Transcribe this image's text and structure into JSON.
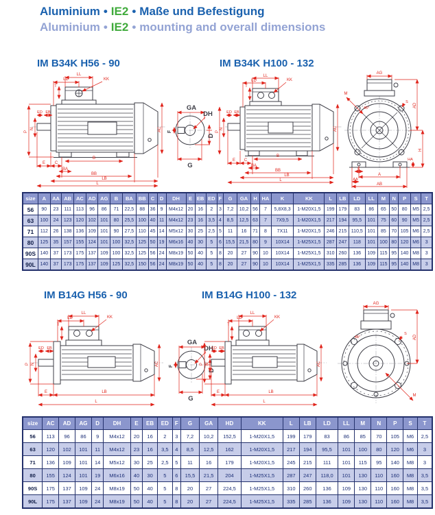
{
  "header": {
    "line1": {
      "brand": "Aluminium",
      "sep": "•",
      "efficiency": "IE2",
      "text": "Maße und Befestigung"
    },
    "line2": {
      "brand": "Aluminium",
      "sep": "•",
      "efficiency": "IE2",
      "text": "mounting and overall dimensions"
    }
  },
  "colors": {
    "accent_blue": "#1a61ae",
    "subtitle_blue": "#93a3d4",
    "ie_green": "#3faa3b",
    "dim_red": "#e0231a",
    "header_bg": "#8b96cd",
    "alt_row": "#c7cde9",
    "border_navy": "#23306b",
    "cell_text": "#1c2f77"
  },
  "drawings": {
    "b34k_5690": {
      "title": "IM B34K H56 -  90",
      "labels": {
        "LL": "LL",
        "LD": "LD",
        "KK": "KK",
        "T": "T",
        "P": "P",
        "N": "N",
        "ED": "ED",
        "EB": "EB",
        "E": "E",
        "C": "C",
        "B": "B",
        "BA": "BA",
        "BB": "BB",
        "LB": "LB",
        "L": "L",
        "AC": "AC",
        "GA": "GA",
        "DH": "DH",
        "D": "D",
        "G": "G",
        "F": "F"
      }
    },
    "b34k_100132": {
      "title": "IM B34K H100 -  132",
      "labels": {
        "LL": "LL",
        "LD": "LD",
        "KK": "KK",
        "T": "T",
        "P": "P",
        "N": "N",
        "ED": "ED",
        "EB": "EB",
        "E": "E",
        "C": "C",
        "B": "B",
        "BA": "BA",
        "BB": "BB",
        "LB": "LB",
        "L": "L",
        "AC": "AC",
        "AG": "AG",
        "M": "M",
        "deg45": "45°",
        "S": "S",
        "AD": "AD",
        "H": "H",
        "HA": "HA",
        "K": "K",
        "A": "A",
        "AA": "AA",
        "AB": "AB"
      }
    },
    "b14g_5690": {
      "title": "IM B14G H56 - 90",
      "labels": {
        "LL": "LL",
        "LD": "LD",
        "KK": "KK",
        "T": "T",
        "P": "P",
        "N": "N",
        "ED": "ED",
        "EB": "EB",
        "E": "E",
        "LB": "LB",
        "L": "L",
        "AC": "AC",
        "GA": "GA",
        "DH": "DH",
        "D": "D",
        "G": "G",
        "F": "F"
      }
    },
    "b14g_100132": {
      "title": "IM B14G H100 - 132",
      "labels": {
        "LL": "LL",
        "LD": "LD",
        "KK": "KK",
        "T": "T",
        "P": "P",
        "N": "N",
        "ED": "ED",
        "EB": "EB",
        "E": "E",
        "LB": "LB",
        "L": "L",
        "AC": "AC",
        "AG": "AG",
        "deg45": "45°",
        "S": "S",
        "AD": "AD",
        "M": "M"
      }
    }
  },
  "tables": [
    {
      "name": "IM B34K dimensions",
      "columns": [
        "size",
        "A",
        "AA",
        "AB",
        "AC",
        "AD",
        "AG",
        "B",
        "BA",
        "BB",
        "C",
        "D",
        "DH",
        "E",
        "EB",
        "ED",
        "F",
        "G",
        "GA",
        "H",
        "HA",
        "K",
        "KK",
        "L",
        "LB",
        "LD",
        "LL",
        "M",
        "N",
        "P",
        "S",
        "T"
      ],
      "rows": [
        [
          "56",
          "90",
          "23",
          "111",
          "113",
          "96",
          "86",
          "71",
          "22,5",
          "88",
          "36",
          "9",
          "M4x12",
          "20",
          "16",
          "2",
          "3",
          "7,2",
          "10,2",
          "56",
          "7",
          "5,8X8,3",
          "1-M20X1,5",
          "199",
          "179",
          "83",
          "86",
          "65",
          "50",
          "80",
          "M5",
          "2,5"
        ],
        [
          "63",
          "100",
          "24",
          "123",
          "120",
          "102",
          "101",
          "80",
          "25,5",
          "100",
          "40",
          "11",
          "M4x12",
          "23",
          "16",
          "3,5",
          "4",
          "8,5",
          "12,5",
          "63",
          "7",
          "7X9,5",
          "1-M20X1,5",
          "217",
          "194",
          "95,5",
          "101",
          "75",
          "60",
          "90",
          "M5",
          "2,5"
        ],
        [
          "71",
          "112",
          "26",
          "138",
          "136",
          "109",
          "101",
          "90",
          "27,5",
          "110",
          "45",
          "14",
          "M5x12",
          "30",
          "25",
          "2,5",
          "5",
          "11",
          "16",
          "71",
          "8",
          "7X11",
          "1-M20X1,5",
          "246",
          "215",
          "110,5",
          "101",
          "85",
          "70",
          "105",
          "M6",
          "2,5"
        ],
        [
          "80",
          "125",
          "35",
          "157",
          "155",
          "124",
          "101",
          "100",
          "32,5",
          "125",
          "50",
          "19",
          "M6x16",
          "40",
          "30",
          "5",
          "6",
          "15,5",
          "21,5",
          "80",
          "9",
          "10X14",
          "1-M25X1,5",
          "287",
          "247",
          "118",
          "101",
          "100",
          "80",
          "120",
          "M6",
          "3"
        ],
        [
          "90S",
          "140",
          "37",
          "173",
          "175",
          "137",
          "109",
          "100",
          "32,5",
          "125",
          "56",
          "24",
          "M8x19",
          "50",
          "40",
          "5",
          "8",
          "20",
          "27",
          "90",
          "10",
          "10X14",
          "1-M25X1,5",
          "310",
          "260",
          "136",
          "109",
          "115",
          "95",
          "140",
          "M8",
          "3"
        ],
        [
          "90L",
          "140",
          "37",
          "173",
          "175",
          "137",
          "109",
          "125",
          "32,5",
          "150",
          "56",
          "24",
          "M8x19",
          "50",
          "40",
          "5",
          "8",
          "20",
          "27",
          "90",
          "10",
          "10X14",
          "1-M25X1,5",
          "335",
          "285",
          "136",
          "109",
          "115",
          "95",
          "140",
          "M8",
          "3"
        ]
      ]
    },
    {
      "name": "IM B14G dimensions",
      "columns": [
        "size",
        "AC",
        "AD",
        "AG",
        "D",
        "DH",
        "E",
        "EB",
        "ED",
        "F",
        "G",
        "GA",
        "HD",
        "KK",
        "L",
        "LB",
        "LD",
        "LL",
        "M",
        "N",
        "P",
        "S",
        "T"
      ],
      "rows": [
        [
          "56",
          "113",
          "96",
          "86",
          "9",
          "M4x12",
          "20",
          "16",
          "2",
          "3",
          "7,2",
          "10,2",
          "152,5",
          "1-M20X1,5",
          "199",
          "179",
          "83",
          "86",
          "85",
          "70",
          "105",
          "M6",
          "2,5"
        ],
        [
          "63",
          "120",
          "102",
          "101",
          "11",
          "M4x12",
          "23",
          "16",
          "3,5",
          "4",
          "8,5",
          "12,5",
          "162",
          "1-M20X1,5",
          "217",
          "194",
          "95,5",
          "101",
          "100",
          "80",
          "120",
          "M6",
          "3"
        ],
        [
          "71",
          "136",
          "109",
          "101",
          "14",
          "M5x12",
          "30",
          "25",
          "2,5",
          "5",
          "11",
          "16",
          "179",
          "1-M20X1,5",
          "245",
          "215",
          "111",
          "101",
          "115",
          "95",
          "140",
          "M8",
          "3"
        ],
        [
          "80",
          "155",
          "124",
          "101",
          "19",
          "M6x16",
          "40",
          "30",
          "5",
          "6",
          "15,5",
          "21,5",
          "204",
          "1-M25X1,5",
          "287",
          "247",
          "118,0",
          "101",
          "130",
          "110",
          "160",
          "M8",
          "3,5"
        ],
        [
          "90S",
          "175",
          "137",
          "109",
          "24",
          "M8x19",
          "50",
          "40",
          "5",
          "8",
          "20",
          "27",
          "224,5",
          "1-M25X1,5",
          "310",
          "260",
          "136",
          "109",
          "130",
          "110",
          "160",
          "M8",
          "3,5"
        ],
        [
          "90L",
          "175",
          "137",
          "109",
          "24",
          "M8x19",
          "50",
          "40",
          "5",
          "8",
          "20",
          "27",
          "224,5",
          "1-M25X1,5",
          "335",
          "285",
          "136",
          "109",
          "130",
          "110",
          "160",
          "M8",
          "3,5"
        ]
      ]
    }
  ]
}
